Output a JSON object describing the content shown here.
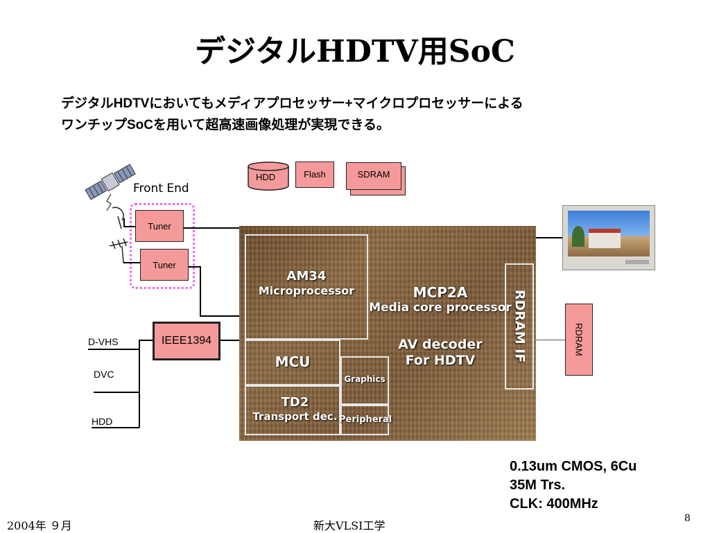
{
  "slide": {
    "title": "デジタルHDTV用SoC",
    "subtitle_line1": "デジタルHDTVにおいてもメディアプロセッサー+マイクロプロセッサーによる",
    "subtitle_line2": "ワンチップSoCを用いて超高速画像処理が実現できる。",
    "page_number": "8",
    "footer_left": "2004年  ９月",
    "footer_center": "新大VLSI工学"
  },
  "memory": {
    "hdd": "HDD",
    "flash": "Flash",
    "sdram": "SDRAM"
  },
  "front_end": {
    "label": "Front End",
    "tuner1": "Tuner",
    "tuner2": "Tuner"
  },
  "io": {
    "ieee": "IEEE1394",
    "dvhs": "D-VHS",
    "dvc": "DVC",
    "hdd": "HDD"
  },
  "rdram": "RDRAM",
  "die": {
    "am34": "AM34",
    "am34_sub": "Microprocessor",
    "mcp2a": "MCP2A",
    "mcp2a_sub": "Media core processor",
    "av": "AV decoder",
    "av_sub": "For HDTV",
    "mcu": "MCU",
    "td2": "TD2",
    "td2_sub": "Transport dec.",
    "graphics": "Graphics",
    "peripheral": "Peripheral",
    "rdram_if": "RDRAM IF"
  },
  "specs": {
    "line1": "0.13um CMOS, 6Cu",
    "line2": "35M Trs.",
    "line3": "CLK: 400MHz"
  },
  "colors": {
    "box_fill": "#f59a9a",
    "dashed": "#ee66ee"
  }
}
